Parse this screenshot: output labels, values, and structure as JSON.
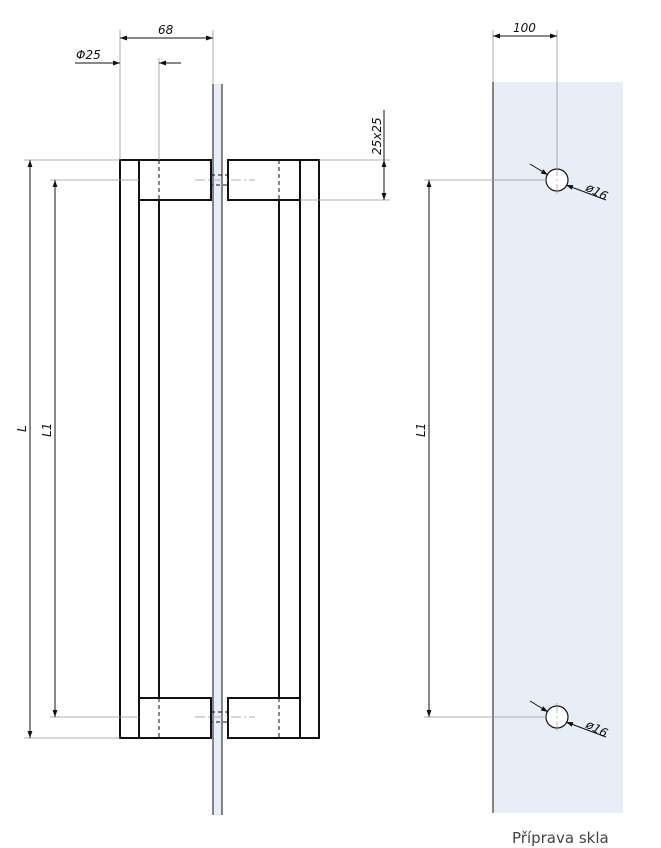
{
  "drawing": {
    "handle_view": {
      "dim_width": "68",
      "dim_diameter": "Φ25",
      "dim_section": "25x25",
      "dim_length": "L",
      "dim_hole_spacing": "L1"
    },
    "glass_view": {
      "dim_hole_offset": "100",
      "dim_hole_top": "ø16",
      "dim_hole_bottom": "ø16",
      "dim_hole_spacing": "L1",
      "caption": "Příprava skla"
    },
    "colors": {
      "glass": "#e8eef7",
      "line": "#111111"
    }
  }
}
